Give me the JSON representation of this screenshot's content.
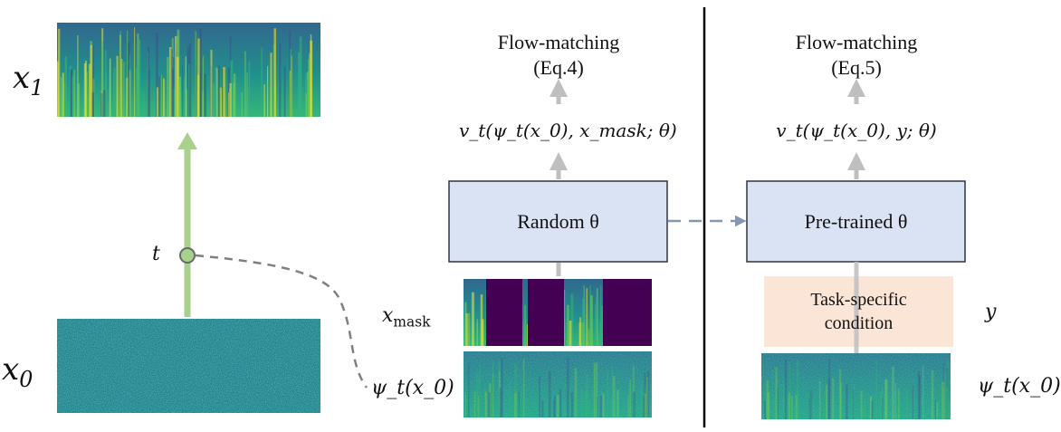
{
  "left": {
    "x1_label": "x",
    "x1_sub": "1",
    "x0_label": "x",
    "x0_sub": "0",
    "t_label": "t"
  },
  "pretrain": {
    "title_line1": "Flow-matching",
    "title_line2": "(Eq.4)",
    "output_label": "v_t(ψ_t(x_0), x_mask; θ)",
    "model_label": "Random θ",
    "mask_label": "x",
    "mask_sub": "mask",
    "psi_label": "ψ_t(x_0)"
  },
  "finetune": {
    "title_line1": "Flow-matching",
    "title_line2": "(Eq.5)",
    "output_label": "v_t(ψ_t(x_0), y; θ)",
    "model_label": "Pre-trained θ",
    "cond_line1": "Task-specific",
    "cond_line2": "condition",
    "y_label": "y",
    "psi_label": "ψ_t(x_0)"
  },
  "colors": {
    "model_fill": "#dae3f3",
    "model_stroke": "#2f3440",
    "cond_fill": "#fbe5d6",
    "green_arrow": "#a9d18e",
    "gray_arrow": "#bfbfbf",
    "dashed_blue": "#8497b0",
    "spec_dark": "#440154",
    "spec_teal": "#21908c",
    "spec_yellow": "#fde725"
  }
}
